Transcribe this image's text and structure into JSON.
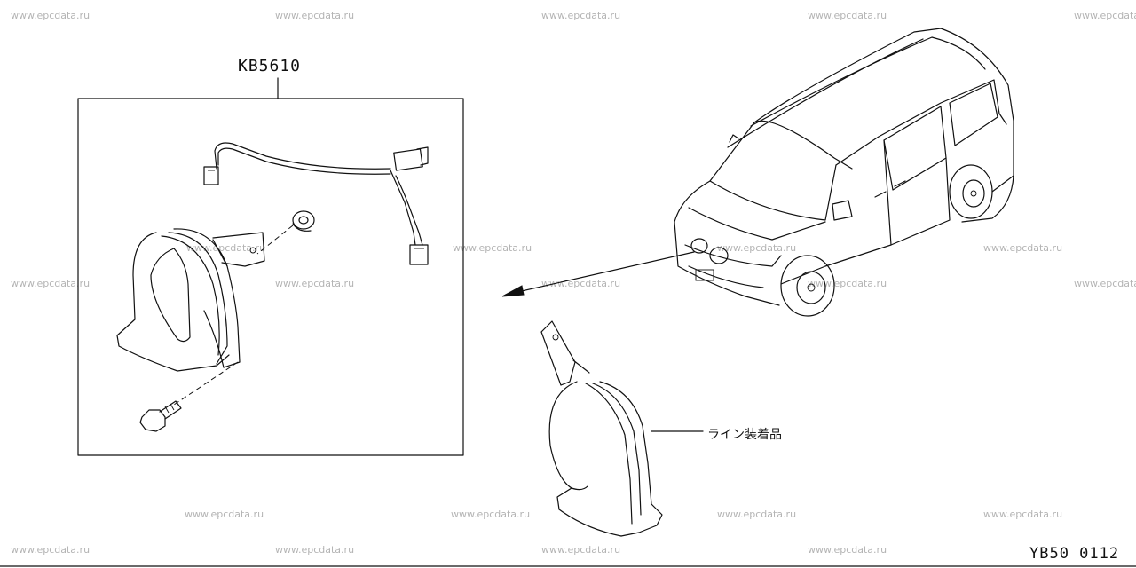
{
  "watermark": "www.epcdata.ru",
  "watermark_count": 26,
  "part_number": "KB5610",
  "line_install_label": "ライン装着品",
  "diagram_code": "YB50 0112"
}
